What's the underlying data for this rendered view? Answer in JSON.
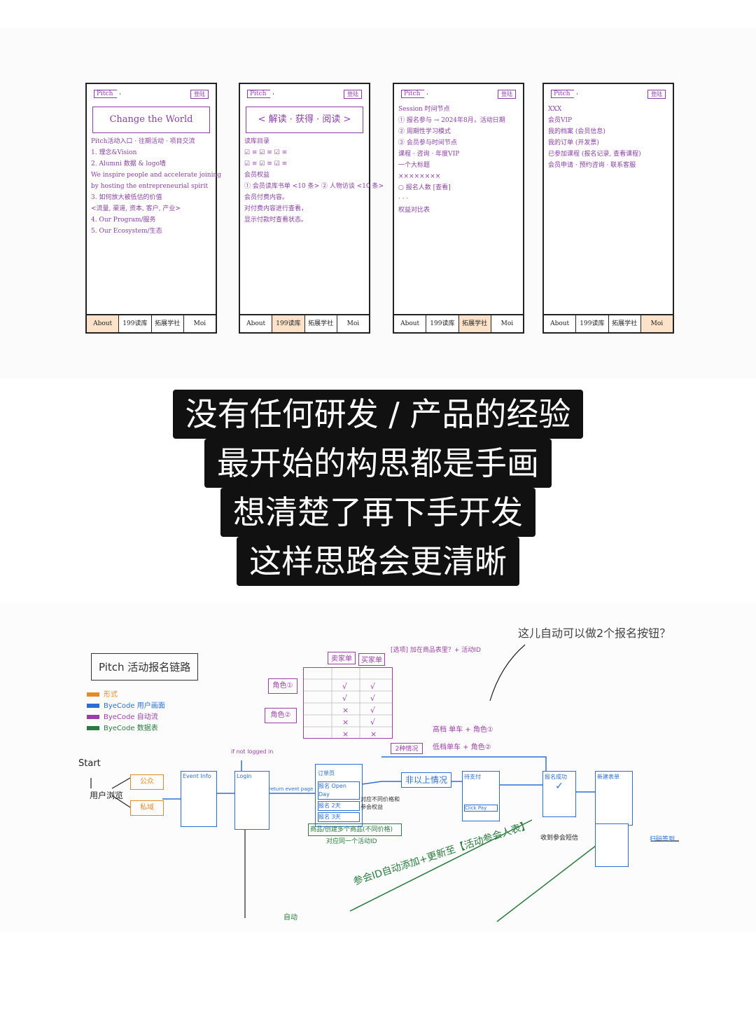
{
  "colors": {
    "purple": "#8b3fa6",
    "blue": "#2b6fd6",
    "orange": "#e58a2b",
    "green": "#2b7a3e",
    "black": "#222222",
    "highlight": "#fbe2c8"
  },
  "phones": [
    {
      "logo": "Pitch",
      "login": "登陆",
      "lines": [
        "Change the World",
        "Pitch活动入口 · 往期活动 · 项目交流",
        "1. 理念&Vision",
        "2. Alumni 数据 & logo墙",
        "We inspire people and accelerate joining",
        "by hosting the entrepreneurial spirit",
        "3. 如何放大被低估的价值",
        "<流量, 渠道, 资本, 客户, 产业>",
        "4. Our Program/服务",
        "5. Our Ecosystem/生态"
      ],
      "nav": [
        "About",
        "199读库",
        "拓展学社",
        "Moi"
      ],
      "active": 0
    },
    {
      "logo": "Pitch",
      "login": "登陆",
      "lines": [
        "<  解读 · 获得 · 阅读  >",
        "读库目录",
        "☑ ≡   ☑ ≡   ☑ ≡",
        "☑ ≡   ☑ ≡   ☑ ≡",
        "会员权益",
        "① 会员读库书单 <10 条>  ② 人物访谈 <10 条>",
        "会员付费内容。",
        "对付费内容进行查看，",
        "显示付款时查看状态。"
      ],
      "nav": [
        "About",
        "199读库",
        "拓展学社",
        "Moi"
      ],
      "active": 1
    },
    {
      "logo": "Pitch",
      "login": "登陆",
      "lines": [
        "Session 时间节点",
        "① 报名参与 → 2024年8月，活动日期",
        "② 周期性学习模式",
        "③ 会员参与时间节点",
        "课程 · 咨询 · 年度VIP",
        "一个大标题",
        "××××××××",
        "○ 报名人数  [查看]",
        "· · ·",
        "权益对比表"
      ],
      "nav": [
        "About",
        "199读库",
        "拓展学社",
        "Moi"
      ],
      "active": 2
    },
    {
      "logo": "Pitch",
      "login": "登陆",
      "lines": [
        "XXX",
        "会员VIP",
        "我的档案 (会员信息)",
        "我的订单 (开发票)",
        "已参加课程 (报名记录, 查看课程)",
        "会员申请 · 预约咨询 · 联系客服"
      ],
      "nav": [
        "About",
        "199读库",
        "拓展学社",
        "Moi"
      ],
      "active": 3
    }
  ],
  "caption": [
    "没有任何研发 / 产品的经验",
    "最开始的构思都是手画",
    "想清楚了再下手开发",
    "这样思路会更清晰"
  ],
  "flow": {
    "title": "Pitch 活动报名链路",
    "question": "这儿自动可以做2个报名按钮？",
    "legend": [
      {
        "label": "形式",
        "color": "#e58a2b"
      },
      {
        "label": "ByeCode 用户画面",
        "color": "#2b6fd6"
      },
      {
        "label": "ByeCode 自动流",
        "color": "#9b3fa6"
      },
      {
        "label": "ByeCode 数据表",
        "color": "#2b7a3e"
      }
    ],
    "labels": {
      "start": "Start",
      "user": "用户浏览",
      "channel_a": "公众",
      "channel_b": "私域",
      "event_info": "Event Info",
      "not_logged": "if not logged in",
      "login_page": "Login",
      "return": "return event page",
      "order": "订单页",
      "open_day": "报名 Open Day",
      "two_days": "报名 2天",
      "three_days": "报名 3天",
      "price_note": "对应不同价格和参会权益",
      "non_single": "非以上情况",
      "pay": "待支付",
      "pay_click": "Click Pay",
      "success": "报名成功",
      "new_table": "新建表单",
      "receive": "收到参会短信",
      "scan": "扫码签到",
      "crowd": "商品/创建多个商品(不同价格)",
      "crowd2": "对应同一个活动ID",
      "auto": "参会ID自动添加+更新至【活动参会人表】",
      "auto2": "自动",
      "seller": "卖家单",
      "buyer": "买家单",
      "role1": "角色①",
      "role2": "角色②",
      "high": "高档 单车 + 角色①",
      "low": "低档单车 + 角色②",
      "two_kinds": "2种情况",
      "notes": "[选项] 加在商品表里？+ 活动ID"
    }
  }
}
